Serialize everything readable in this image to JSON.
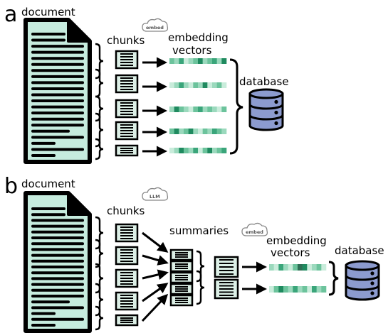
{
  "panel_a": {
    "letter": "a",
    "document_label": "document",
    "cloud_label": "embed",
    "chunks_label": "chunks",
    "embedding_label_line1": "embedding",
    "embedding_label_line2": "vectors",
    "database_label": "database"
  },
  "panel_b": {
    "letter": "b",
    "document_label": "document",
    "cloud_llm_label": "LLM",
    "chunks_label": "chunks",
    "summaries_label": "summaries",
    "cloud_embed_label": "embed",
    "embedding_label_line1": "embedding",
    "embedding_label_line2": "vectors",
    "database_label": "database"
  },
  "colors": {
    "document_fill": "#c6ecde",
    "chunk_fill": "#dcefe6",
    "vector_palette": [
      "#1f8a5f",
      "#3aa57a",
      "#6cc39c",
      "#9bd9bd",
      "#c9ecdb",
      "#2d6e54"
    ],
    "database_fill": "#8c9bcf",
    "cloud_stroke": "#888888"
  }
}
